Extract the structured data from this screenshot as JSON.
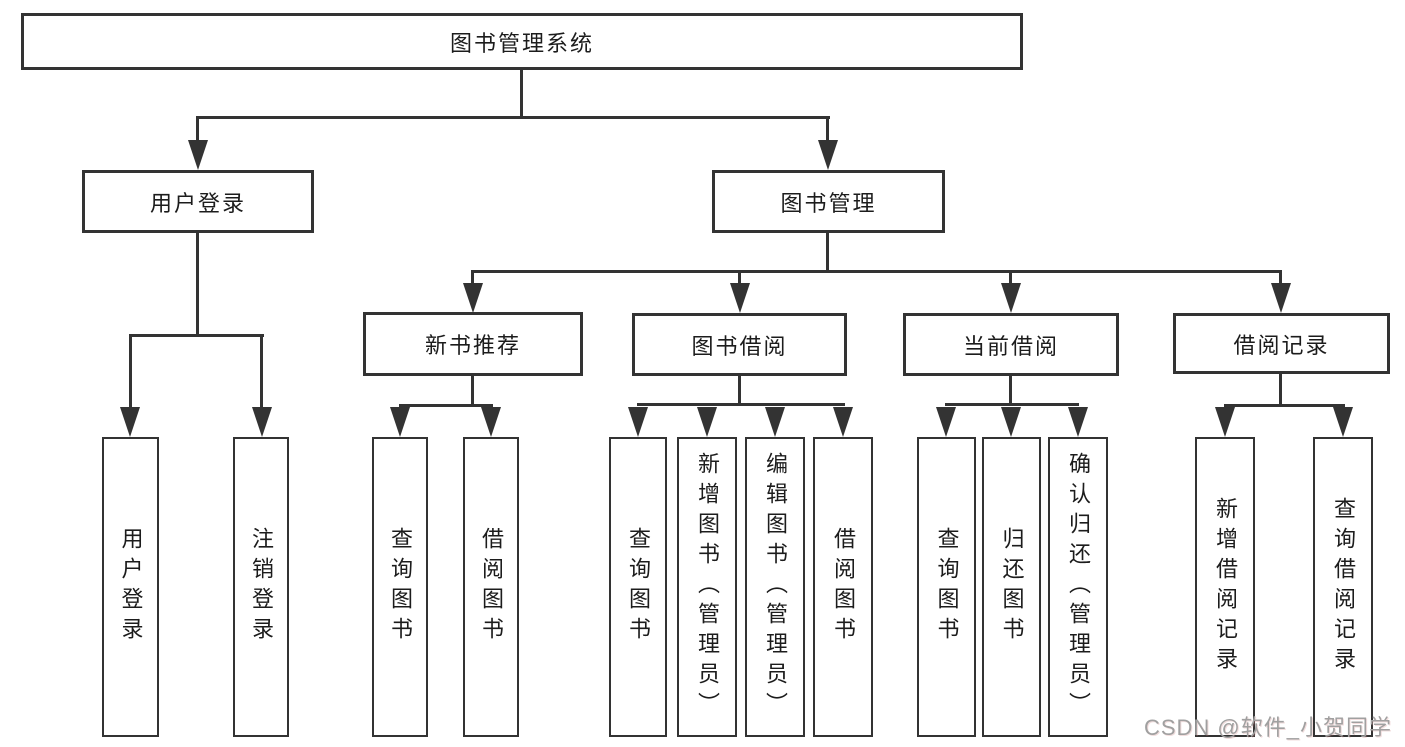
{
  "tree": {
    "label": "图书管理系统",
    "children": [
      {
        "label": "用户登录",
        "children": [
          {
            "label": "用户登录"
          },
          {
            "label": "注销登录"
          }
        ]
      },
      {
        "label": "图书管理",
        "children": [
          {
            "label": "新书推荐",
            "children": [
              {
                "label": "查询图书"
              },
              {
                "label": "借阅图书"
              }
            ]
          },
          {
            "label": "图书借阅",
            "children": [
              {
                "label": "查询图书"
              },
              {
                "label": "新增图书（管理员）"
              },
              {
                "label": "编辑图书（管理员）"
              },
              {
                "label": "借阅图书"
              }
            ]
          },
          {
            "label": "当前借阅",
            "children": [
              {
                "label": "查询图书"
              },
              {
                "label": "归还图书"
              },
              {
                "label": "确认归还（管理员）"
              }
            ]
          },
          {
            "label": "借阅记录",
            "children": [
              {
                "label": "新增借阅记录"
              },
              {
                "label": "查询借阅记录"
              }
            ]
          }
        ]
      }
    ]
  },
  "watermark": "CSDN @软件_小贺同学",
  "colors": {
    "background": "#ffffff",
    "line": "#333333",
    "text": "#1c1c1c",
    "watermark": "#a0a0a0"
  }
}
